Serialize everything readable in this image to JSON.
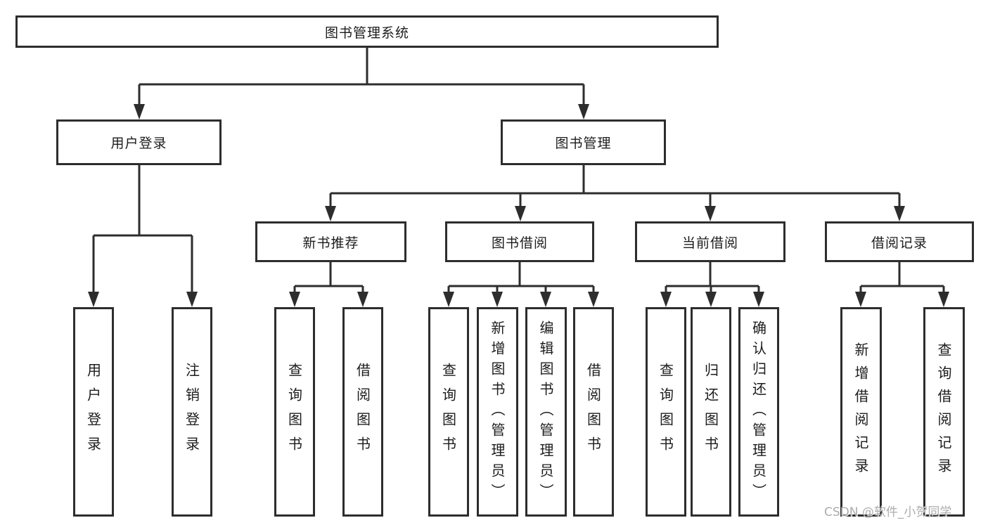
{
  "diagram_title": "图书管理系统",
  "tree": {
    "label": "图书管理系统",
    "children": [
      {
        "label": "用户登录",
        "children": [
          {
            "label": "用户登录"
          },
          {
            "label": "注销登录"
          }
        ]
      },
      {
        "label": "图书管理",
        "children": [
          {
            "label": "新书推荐",
            "children": [
              {
                "label": "查询图书"
              },
              {
                "label": "借阅图书"
              }
            ]
          },
          {
            "label": "图书借阅",
            "children": [
              {
                "label": "查询图书"
              },
              {
                "label": "新增图书（管理员）"
              },
              {
                "label": "编辑图书（管理员）"
              },
              {
                "label": "借阅图书"
              }
            ]
          },
          {
            "label": "当前借阅",
            "children": [
              {
                "label": "查询图书"
              },
              {
                "label": "归还图书"
              },
              {
                "label": "确认归还（管理员）"
              }
            ]
          },
          {
            "label": "借阅记录",
            "children": [
              {
                "label": "新增借阅记录"
              },
              {
                "label": "查询借阅记录"
              }
            ]
          }
        ]
      }
    ]
  },
  "watermark": "CSDN @软件_小贺同学",
  "colors": {
    "line": "#2d2d2d",
    "text": "#1c1c1c",
    "background": "#ffffff",
    "watermark": "#a8a8a8"
  }
}
